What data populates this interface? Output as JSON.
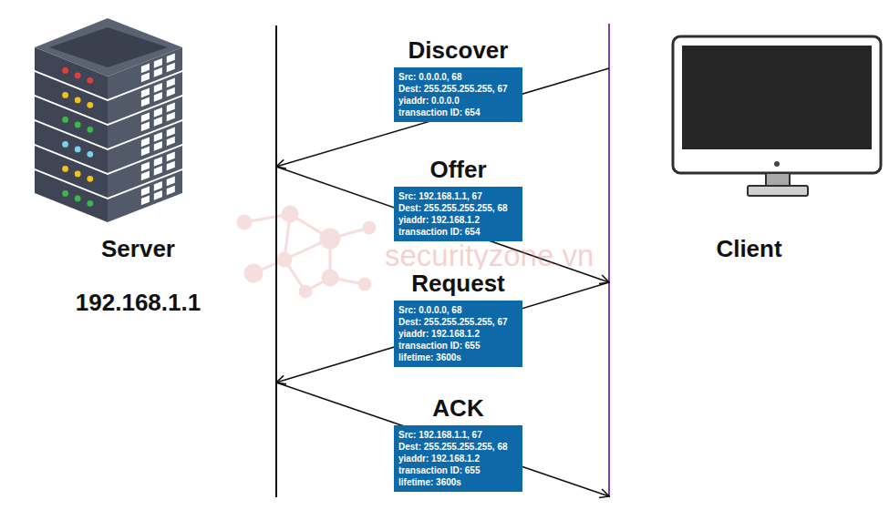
{
  "diagram": {
    "nodes": [
      {
        "text": [
          "Server",
          "192.168.1.1"
        ]
      },
      {
        "text": [
          "Client"
        ]
      },
      {
        "text": [
          "Discover",
          "Src: 0.0.0.0, 68",
          "Dest: 255.255.255.255, 67",
          "yiaddr: 0.0.0.0",
          "transaction ID: 654"
        ]
      },
      {
        "text": [
          "Offer",
          "Src: 192.168.1.1, 67",
          "Dest: 255.255.255.255, 68",
          "yiaddr: 192.168.1.2",
          "transaction ID: 654"
        ]
      },
      {
        "text": [
          "Request",
          "Src: 0.0.0.0, 68",
          "Dest: 255.255.255.255, 67",
          "yiaddr: 192.168.1.2",
          "transaction ID: 655",
          "lifetime: 3600s"
        ]
      },
      {
        "text": [
          "ACK",
          "Src: 192.168.1.1, 67",
          "Dest: 255.255.255.255, 68",
          "yiaddr: 192.168.1.2",
          "transaction ID: 655",
          "lifetime: 3600s"
        ]
      }
    ],
    "edges": [
      {
        "from": 1,
        "to": 0,
        "arrow": "to"
      },
      {
        "from": 0,
        "to": 1,
        "arrow": "to"
      },
      {
        "from": 1,
        "to": 0,
        "arrow": "to"
      },
      {
        "from": 0,
        "to": 1,
        "arrow": "to"
      }
    ],
    "labels": [
      "securityzone.vn"
    ]
  }
}
